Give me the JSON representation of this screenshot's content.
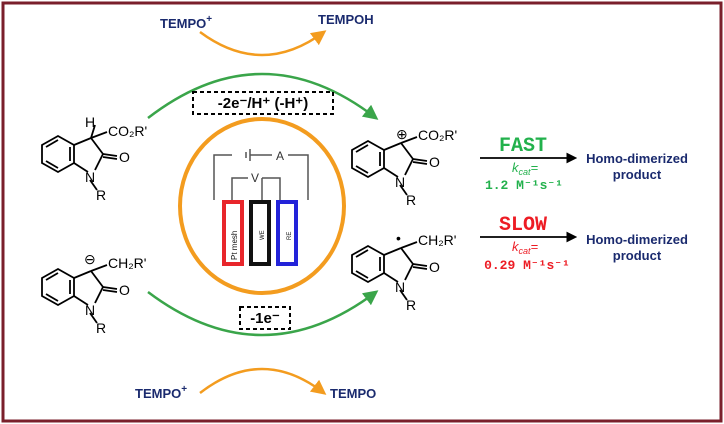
{
  "reagents": {
    "top_left": "TEMPO",
    "top_left_sup": "+",
    "top_right": "TEMPOH",
    "bottom_left": "TEMPO",
    "bottom_left_sup": "+",
    "bottom_right": "TEMPO"
  },
  "steps": {
    "top_label": "-2e⁻/H⁺ (-H⁺)",
    "bottom_label": "-1e⁻"
  },
  "molecules": {
    "top_left": {
      "h": "H",
      "sub": "CO₂R'",
      "o": "O",
      "n": "N",
      "r": "R"
    },
    "bottom_left": {
      "charge": "⊖",
      "sub": "CH₂R'",
      "o": "O",
      "n": "N",
      "r": "R"
    },
    "top_right": {
      "charge": "⊕",
      "sub": "CO₂R'",
      "o": "O",
      "n": "N",
      "r": "R"
    },
    "bottom_right": {
      "radical": "•",
      "sub": "CH₂R'",
      "o": "O",
      "n": "N",
      "r": "R"
    }
  },
  "cell": {
    "meter_a": "A",
    "meter_v": "V",
    "electrode_left": "Pt mesh",
    "electrode_mid": "WE",
    "electrode_right": "RE"
  },
  "rates": {
    "fast": {
      "label": "FAST",
      "kcat": "k",
      "kcat_sub": "cat",
      "eq": "=",
      "value": "1.2 M⁻¹s⁻¹",
      "product_line1": "Homo-dimerized",
      "product_line2": "product",
      "color": "#22b14c"
    },
    "slow": {
      "label": "SLOW",
      "kcat": "k",
      "kcat_sub": "cat",
      "eq": "=",
      "value": "0.29 M⁻¹s⁻¹",
      "product_line1": "Homo-dimerized",
      "product_line2": "product",
      "color": "#ed1c24"
    }
  },
  "colors": {
    "frame": "#7a1f2b",
    "orange": "#f39c1f",
    "green": "#3aa54a",
    "navy": "#1a2a6e",
    "electrode_red": "#e8262b",
    "electrode_black": "#111111",
    "electrode_blue": "#2323d9"
  }
}
